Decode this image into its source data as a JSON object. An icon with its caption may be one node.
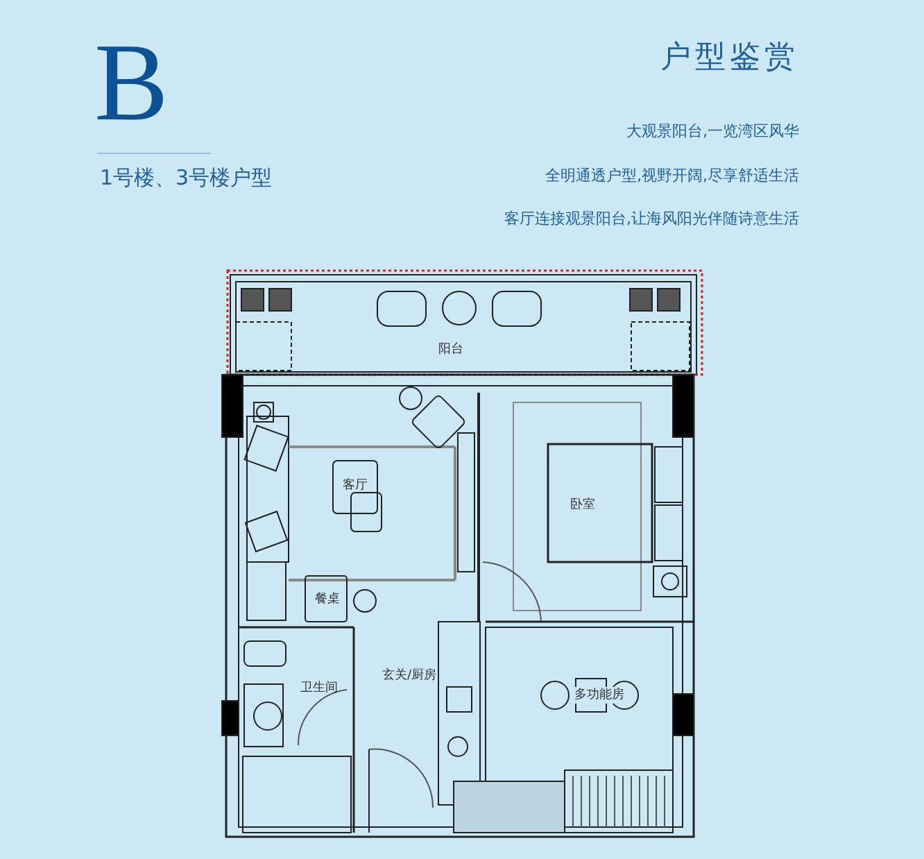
{
  "diagram": {
    "title": "户型鉴赏",
    "nodes": [
      {
        "text": [
          "阳台"
        ]
      },
      {
        "text": [
          "客厅"
        ]
      },
      {
        "text": [
          "卧室"
        ]
      },
      {
        "text": [
          "餐桌"
        ]
      },
      {
        "text": [
          "卫生间"
        ]
      },
      {
        "text": [
          "玄关/厨房"
        ]
      },
      {
        "text": [
          "多功能房"
        ]
      }
    ],
    "labels": [
      "B",
      "1号楼、3号楼户型",
      "大观景阳台,一览湾区风华",
      "全明通透户型,视野开阔,尽享舒适生活",
      "客厅连接观景阳台,让海风阳光伴随诗意生活"
    ]
  }
}
